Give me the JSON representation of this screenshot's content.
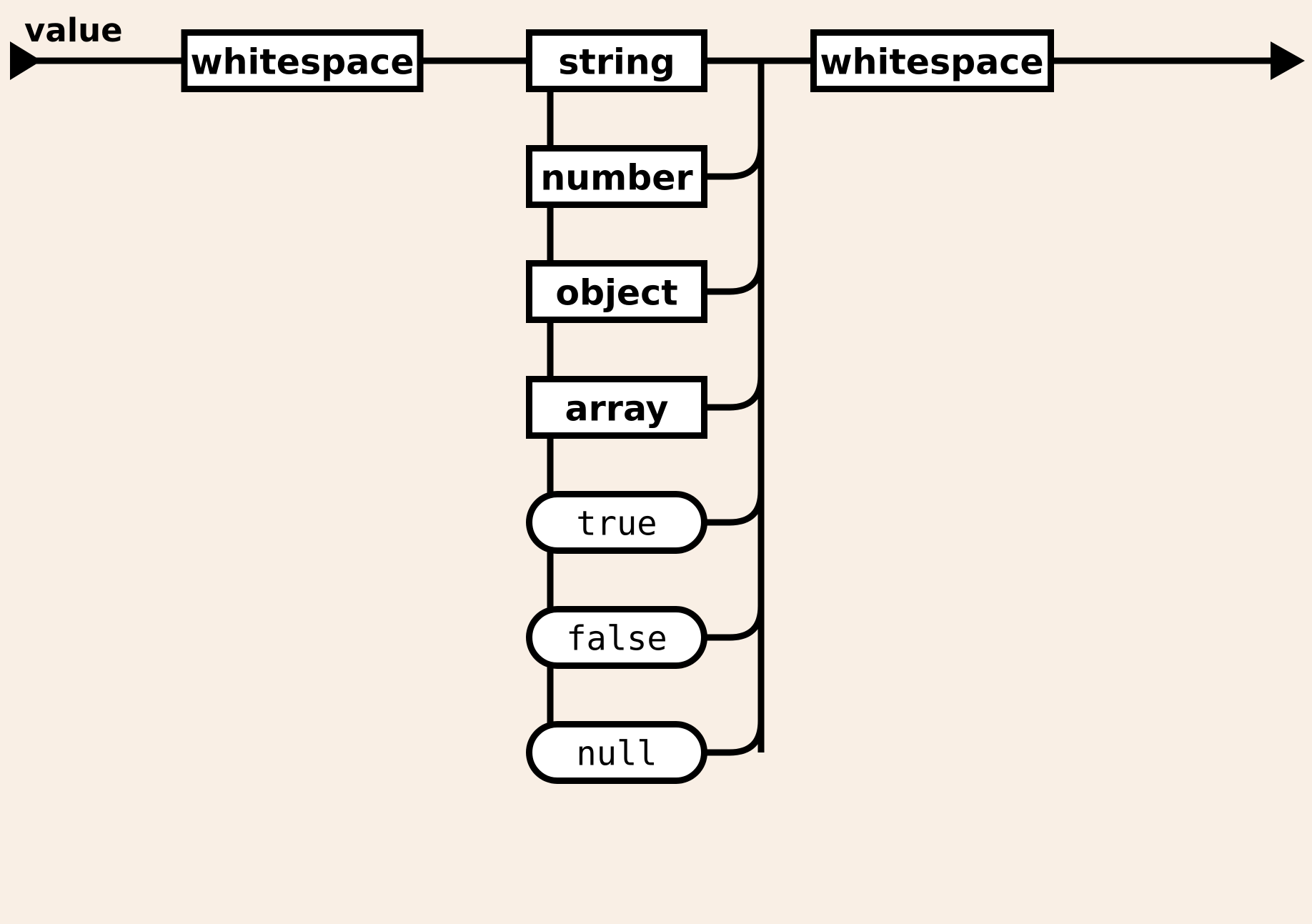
{
  "diagram": {
    "title": "value",
    "type": "railroad-syntax-diagram",
    "background_color": "#f9efe5",
    "line_color": "#000000",
    "node_fill_color": "#ffffff",
    "entry_marker": "arrow-right",
    "exit_marker": "arrow-right"
  },
  "sequence": {
    "prefix": {
      "label": "whitespace",
      "kind": "nonterminal"
    },
    "suffix": {
      "label": "whitespace",
      "kind": "nonterminal"
    }
  },
  "alternatives": [
    {
      "label": "string",
      "kind": "nonterminal"
    },
    {
      "label": "number",
      "kind": "nonterminal"
    },
    {
      "label": "object",
      "kind": "nonterminal"
    },
    {
      "label": "array",
      "kind": "nonterminal"
    },
    {
      "label": "true",
      "kind": "terminal"
    },
    {
      "label": "false",
      "kind": "terminal"
    },
    {
      "label": "null",
      "kind": "terminal"
    }
  ]
}
